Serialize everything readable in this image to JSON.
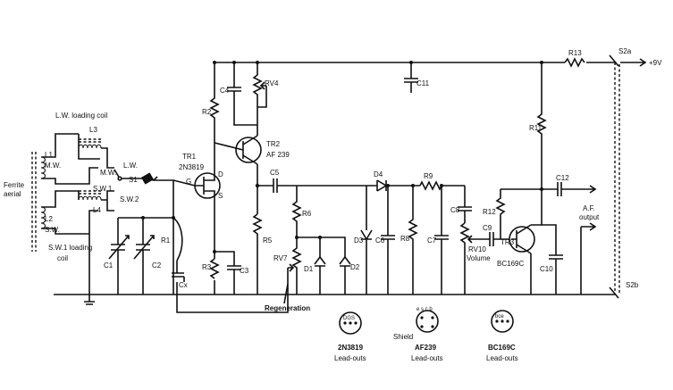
{
  "labels": {
    "lw_loading_coil": "L.W. loading coil",
    "sw1_loading_coil_a": "S.W.1 loading",
    "sw1_loading_coil_b": "coil",
    "ferrite_a": "Ferrite",
    "ferrite_b": "aerial",
    "l1": "L1",
    "mw": "M.W.",
    "l2": "L2",
    "sw": "S.W.",
    "l3": "L3",
    "l4": "L4",
    "sw_mw": "M.W.",
    "sw_lw": "L.W.",
    "sw_sw1": "S.W.1",
    "sw_sw2": "S.W.2",
    "s1": "S1",
    "tr1": "TR1",
    "tr1_type": "2N3819",
    "tr2": "TR2",
    "tr2_type": "AF 239",
    "tr3": "TR3",
    "tr3_type": "BC169C",
    "g": "G",
    "d": "D",
    "s": "S",
    "r1": "R1",
    "r2": "R2",
    "r3": "R3",
    "r5": "R5",
    "r6": "R6",
    "r8": "R8",
    "r9": "R9",
    "r11": "R11",
    "r12": "R12",
    "r13": "R13",
    "rv4": "RV4",
    "rv7": "RV7",
    "rv10": "RV10",
    "volume": "Volume",
    "c1": "C1",
    "c2": "C2",
    "c3": "C3",
    "c4": "C4",
    "c5": "C5",
    "c6": "C6",
    "c7": "C7",
    "c8": "C8",
    "c9": "C9",
    "c10": "C10",
    "c11": "C11",
    "c12": "C12",
    "cx": "Cx",
    "d1": "D1",
    "d2": "D2",
    "d3": "D3",
    "d4": "D4",
    "regeneration": "Regeneration",
    "s2a": "S2a",
    "s2b": "S2b",
    "plus9v": "+9V",
    "af_output_a": "A.F.",
    "af_output_b": "output",
    "leadouts": [
      {
        "type": "2N3819",
        "pins": "DGS",
        "caption": "Lead-outs"
      },
      {
        "type": "AF239",
        "pins": "e s c b",
        "caption": "Lead-outs",
        "shield": "Shield"
      },
      {
        "type": "BC169C",
        "pins": "bce",
        "caption": "Lead-outs"
      }
    ]
  }
}
